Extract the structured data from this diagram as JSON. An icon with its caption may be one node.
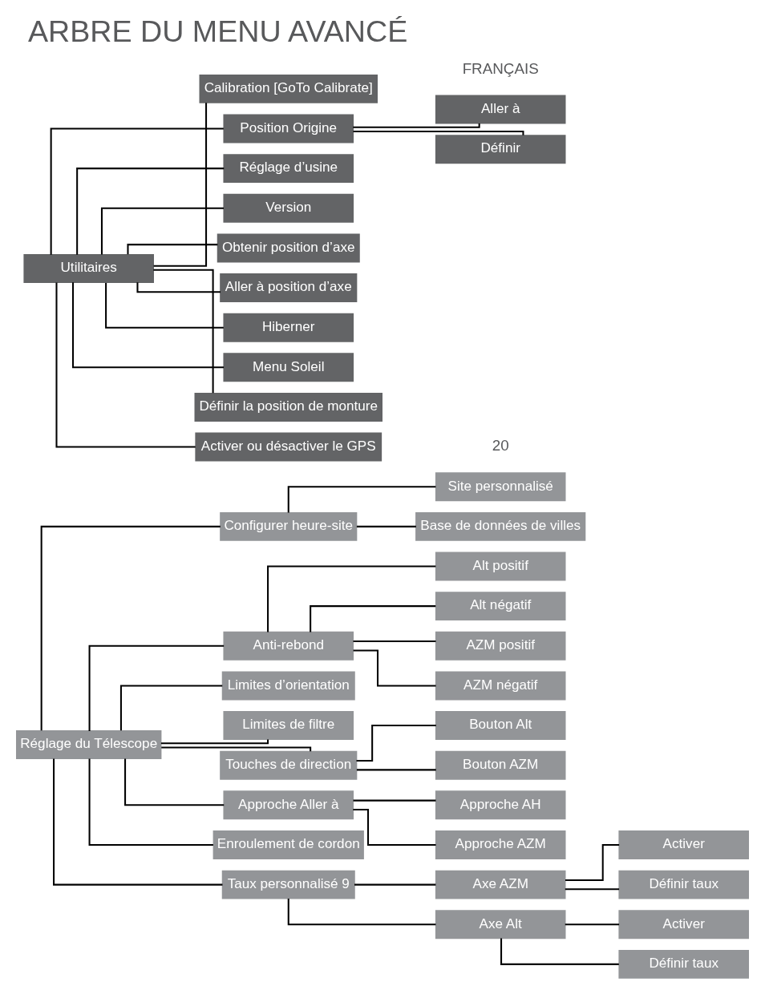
{
  "diagram": {
    "title": "ARBRE DU MENU AVANCÉ",
    "nodes": [
      {
        "text": [
          "Réglage du Télescope"
        ]
      },
      {
        "text": [
          "Configurer heure-site"
        ]
      },
      {
        "text": [
          "Site personnalisé"
        ]
      },
      {
        "text": [
          "Base de données de villes"
        ]
      },
      {
        "text": [
          "Anti-rebond"
        ]
      },
      {
        "text": [
          "Alt positif"
        ]
      },
      {
        "text": [
          "Alt négatif"
        ]
      },
      {
        "text": [
          "AZM positif"
        ]
      },
      {
        "text": [
          "AZM négatif"
        ]
      },
      {
        "text": [
          "Limites d’orientation"
        ]
      },
      {
        "text": [
          "Limites de filtre"
        ]
      },
      {
        "text": [
          "Touches de direction"
        ]
      },
      {
        "text": [
          "Bouton Alt"
        ]
      },
      {
        "text": [
          "Bouton AZM"
        ]
      },
      {
        "text": [
          "Approche Aller à"
        ]
      },
      {
        "text": [
          "Approche AH"
        ]
      },
      {
        "text": [
          "Approche AZM"
        ]
      },
      {
        "text": [
          "Enroulement de cordon"
        ]
      },
      {
        "text": [
          "Taux personnalisé 9"
        ]
      },
      {
        "text": [
          "Axe AZM"
        ]
      },
      {
        "text": [
          "Activer"
        ]
      },
      {
        "text": [
          "Définir taux"
        ]
      },
      {
        "text": [
          "Axe Alt"
        ]
      },
      {
        "text": [
          "Activer"
        ]
      },
      {
        "text": [
          "Définir taux"
        ]
      },
      {
        "text": [
          "Utilitaires"
        ]
      },
      {
        "text": [
          "Calibration [GoTo Calibrate]"
        ]
      },
      {
        "text": [
          "Position Origine"
        ]
      },
      {
        "text": [
          "Aller à"
        ]
      },
      {
        "text": [
          "Définir"
        ]
      },
      {
        "text": [
          "Réglage d’usine"
        ]
      },
      {
        "text": [
          "Version"
        ]
      },
      {
        "text": [
          "Obtenir position d’axe"
        ]
      },
      {
        "text": [
          "Aller à position d’axe"
        ]
      },
      {
        "text": [
          "Hiberner"
        ]
      },
      {
        "text": [
          "Menu Soleil"
        ]
      },
      {
        "text": [
          "Définir la position de monture"
        ]
      },
      {
        "text": [
          "Activer ou désactiver le GPS"
        ]
      }
    ],
    "edges": [
      {
        "from": 0,
        "to": 1,
        "arrow": "none"
      },
      {
        "from": 1,
        "to": 2,
        "arrow": "none"
      },
      {
        "from": 1,
        "to": 3,
        "arrow": "none"
      },
      {
        "from": 0,
        "to": 4,
        "arrow": "none"
      },
      {
        "from": 4,
        "to": 5,
        "arrow": "none"
      },
      {
        "from": 4,
        "to": 6,
        "arrow": "none"
      },
      {
        "from": 4,
        "to": 7,
        "arrow": "none"
      },
      {
        "from": 4,
        "to": 8,
        "arrow": "none"
      },
      {
        "from": 0,
        "to": 9,
        "arrow": "none"
      },
      {
        "from": 0,
        "to": 10,
        "arrow": "none"
      },
      {
        "from": 0,
        "to": 11,
        "arrow": "none"
      },
      {
        "from": 11,
        "to": 12,
        "arrow": "none"
      },
      {
        "from": 11,
        "to": 13,
        "arrow": "none"
      },
      {
        "from": 0,
        "to": 14,
        "arrow": "none"
      },
      {
        "from": 14,
        "to": 15,
        "arrow": "none"
      },
      {
        "from": 14,
        "to": 16,
        "arrow": "none"
      },
      {
        "from": 0,
        "to": 17,
        "arrow": "none"
      },
      {
        "from": 0,
        "to": 18,
        "arrow": "none"
      },
      {
        "from": 18,
        "to": 19,
        "arrow": "none"
      },
      {
        "from": 19,
        "to": 20,
        "arrow": "none"
      },
      {
        "from": 19,
        "to": 21,
        "arrow": "none"
      },
      {
        "from": 18,
        "to": 22,
        "arrow": "none"
      },
      {
        "from": 22,
        "to": 23,
        "arrow": "none"
      },
      {
        "from": 22,
        "to": 24,
        "arrow": "none"
      },
      {
        "from": 25,
        "to": 26,
        "arrow": "none"
      },
      {
        "from": 25,
        "to": 27,
        "arrow": "none"
      },
      {
        "from": 27,
        "to": 28,
        "arrow": "none"
      },
      {
        "from": 27,
        "to": 29,
        "arrow": "none"
      },
      {
        "from": 25,
        "to": 30,
        "arrow": "none"
      },
      {
        "from": 25,
        "to": 31,
        "arrow": "none"
      },
      {
        "from": 25,
        "to": 32,
        "arrow": "none"
      },
      {
        "from": 25,
        "to": 33,
        "arrow": "none"
      },
      {
        "from": 25,
        "to": 34,
        "arrow": "none"
      },
      {
        "from": 25,
        "to": 35,
        "arrow": "none"
      },
      {
        "from": 25,
        "to": 36,
        "arrow": "none"
      },
      {
        "from": 25,
        "to": 37,
        "arrow": "none"
      }
    ],
    "labels": [
      "20",
      "FRANÇAIS"
    ]
  }
}
